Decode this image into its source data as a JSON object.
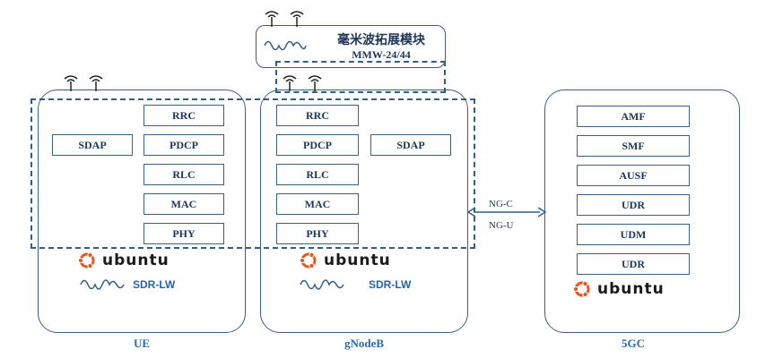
{
  "mmw": {
    "title_cn": "毫米波拓展模块",
    "title_en": "MMW-24/44"
  },
  "ue": {
    "caption": "UE",
    "layers": [
      "RRC",
      "PDCP",
      "RLC",
      "MAC",
      "PHY"
    ],
    "sdap": "SDAP"
  },
  "gnb": {
    "caption": "gNodeB",
    "layers": [
      "RRC",
      "PDCP",
      "RLC",
      "MAC",
      "PHY"
    ],
    "sdap": "SDAP"
  },
  "core": {
    "caption": "5GC",
    "functions": [
      "AMF",
      "SMF",
      "AUSF",
      "UDR",
      "UDM",
      "UDR"
    ]
  },
  "interfaces": {
    "ngc": "NG-C",
    "ngu": "NG-U"
  },
  "logos": {
    "ubuntu": "ubuntu",
    "sdr": "SDR-LW"
  },
  "colors": {
    "border": "#3d5f86",
    "caption": "#2b6cb0",
    "ubuntu_orange": "#e95420"
  }
}
